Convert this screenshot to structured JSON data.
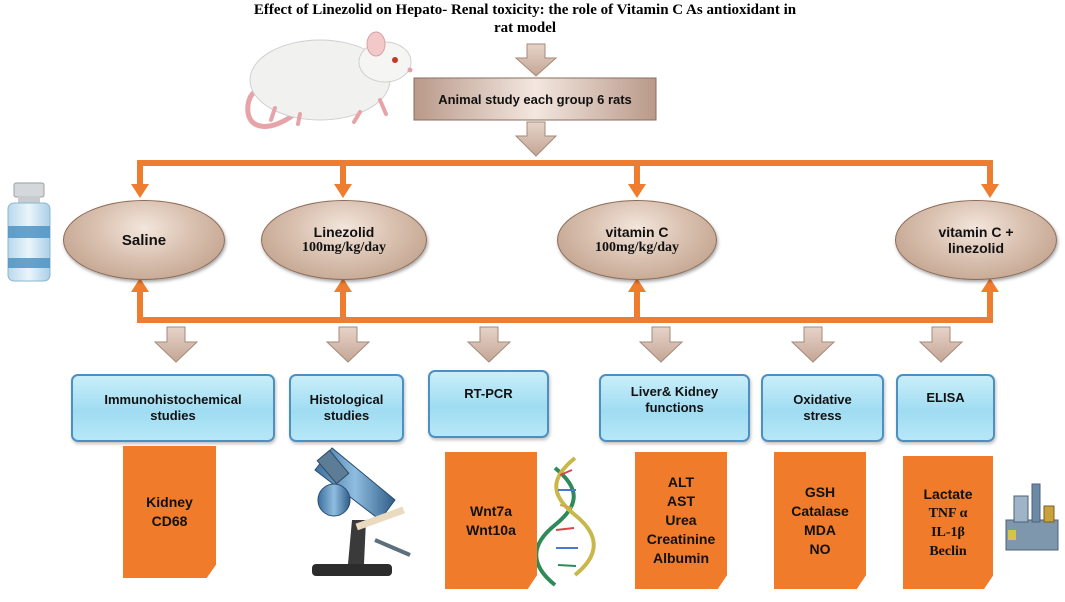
{
  "title": {
    "line1": "Effect of Linezolid  on Hepato- Renal toxicity: the role of Vitamin  C As antioxidant  in",
    "line2": "rat model"
  },
  "study_box": {
    "label": "Animal study each group 6 rats"
  },
  "groups": [
    {
      "line1": "Saline",
      "line2": ""
    },
    {
      "line1": "Linezolid",
      "line2": "100mg/kg/day"
    },
    {
      "line1": "vitamin C",
      "line2": "100mg/kg/day"
    },
    {
      "line1": "vitamin  C +",
      "line2": "linezolid"
    }
  ],
  "assays": [
    {
      "line1": "Immunohistochemical",
      "line2": "studies"
    },
    {
      "line1": "Histological",
      "line2": "studies"
    },
    {
      "line1": "RT-PCR",
      "line2": ""
    },
    {
      "line1": "Liver& Kidney",
      "line2": "functions"
    },
    {
      "line1": "Oxidative",
      "line2": "stress"
    },
    {
      "line1": "ELISA",
      "line2": ""
    }
  ],
  "results": [
    {
      "items": [
        "Kidney",
        "CD68"
      ]
    },
    {
      "items": [
        "Wnt7a",
        "Wnt10a"
      ]
    },
    {
      "items": [
        "ALT",
        "AST",
        "Urea",
        "Creatinine",
        "Albumin"
      ]
    },
    {
      "items": [
        "GSH",
        "Catalase",
        "MDA",
        "NO"
      ]
    },
    {
      "items": [
        "Lactate",
        "TNF α",
        "IL-1β",
        "Beclin"
      ]
    }
  ],
  "colors": {
    "connector": "#ee7d2f",
    "block_arrow": "#d1b5a5",
    "result_note": "#ef7b2b",
    "assay_border": "#4e8fc1",
    "assay_fill": "#aee3f5"
  },
  "illustrations": [
    "rat-icon",
    "vial-icon",
    "microscope-icon",
    "dna-helix-icon",
    "lab-equipment-icon"
  ]
}
